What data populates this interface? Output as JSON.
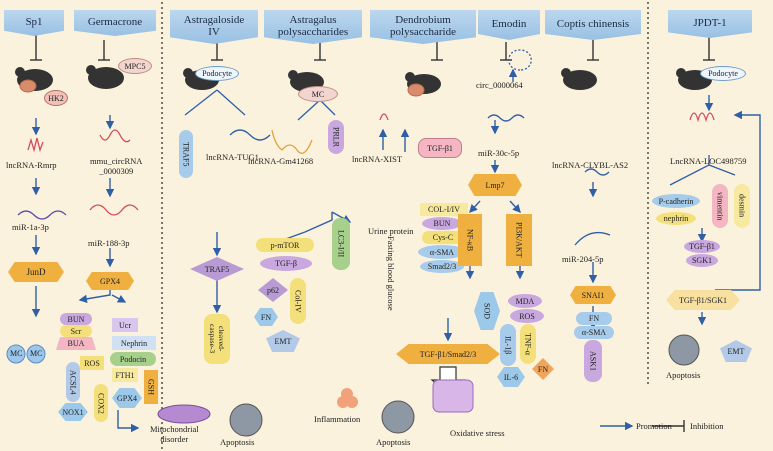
{
  "colors": {
    "background": "#fbf2dd",
    "header": "#a9cbe8",
    "arrow": "#2f5fa7",
    "orange": "#f0b040",
    "yellow": "#f4e07a",
    "purple": "#c9a8df",
    "blue": "#a7cbea",
    "pink": "#f3b6c2",
    "green": "#a8d08d"
  },
  "headers": {
    "sp1": "Sp1",
    "germacrone": "Germacrone",
    "astragaloside": "Astragaloside IV",
    "astragalus_poly": "Astragalus polysaccharides",
    "dendrobium": "Dendrobium polysaccharide",
    "emodin": "Emodin",
    "coptis": "Coptis chinensis",
    "jpdt": "JPDT-1"
  },
  "sp1": {
    "hk2": "HK2",
    "lnc": "lncRNA-Rmrp",
    "mir": "miR-1a-3p",
    "jund": "JunD",
    "mc1": "MC",
    "mc2": "MC"
  },
  "germacrone": {
    "mpc5": "MPC5",
    "circ": "mmu_circRNA\n_0000309",
    "mir": "miR-188-3p",
    "gpx4": "GPX4",
    "bun": "BUN",
    "scr": "Scr",
    "bua": "BUA",
    "ucr": "Ucr",
    "nephrin": "Nephrin",
    "podocin": "Podocin",
    "ros": "ROS",
    "fth1": "FTH1",
    "acsl4": "ACSL4",
    "cox2": "COX2",
    "gpx4b": "GPX4",
    "gsh": "GSH",
    "nox1": "NOX1",
    "mito": "Mitochondrial\ndisorder",
    "apoptosis": "Apoptosis"
  },
  "astragaloside": {
    "podocyte": "Podocyte",
    "traf5": "TRAF5",
    "lnc": "lncRNA-TUG1",
    "traf5b": "TRAF5",
    "casp": "cleaved-\ncaspase-3"
  },
  "astragalus": {
    "mc": "MC",
    "prlr": "PRLR",
    "lnc": "lncRNA-Gm41268",
    "pmtor": "p-mTOR",
    "tgfb": "TGF-β",
    "p62": "p62",
    "lc3": "LC3-I/II",
    "col": "Col-IV",
    "fn": "FN",
    "emt": "EMT"
  },
  "dendrobium": {
    "lnc": "lncRNA-XIST",
    "tgfb1": "TGF-β1",
    "urine": "Urine protein",
    "glucose": "Fasting blood glucose",
    "col": "COL-I/IV",
    "bun": "BUN",
    "cysc": "Cys-C",
    "asma": "α-SMA",
    "smad": "Smad2/3",
    "smadpath": "TGF-β1/Smad2/3",
    "inflammation": "Inflammation",
    "apoptosis": "Apoptosis"
  },
  "emodin": {
    "circ": "circ_0000064",
    "mir": "miR-30c-5p",
    "lmp7": "Lmp7",
    "nfkb": "NF-κB",
    "pi3k": "PI3K/AKT",
    "mda": "MDA",
    "ros": "ROS",
    "sod": "SOD",
    "il1b": "IL-1β",
    "tnfa": "TNF-α",
    "il6": "IL-6",
    "fn": "FN",
    "oxidative": "Oxidative stress"
  },
  "coptis": {
    "lnc": "lncRNA-CLYBL-AS2",
    "mir": "miR-204-5p",
    "snai": "SNAI1",
    "fn": "FN",
    "asma": "α-SMA",
    "ask1": "ASK1"
  },
  "jpdt": {
    "podocyte": "Podocyte",
    "lnc": "LncRNA-LOC498759",
    "pcad": "P-cadherin",
    "nephrin": "nephrin",
    "vimentin": "vimentin",
    "desmin": "desmin",
    "tgfb1": "TGF-β1",
    "sgk1": "SGK1",
    "path": "TGF-β1/SGK1",
    "apoptosis": "Apoptosis",
    "emt": "EMT"
  },
  "legend": {
    "promotion": "Promotion",
    "inhibition": "Inhibition"
  }
}
